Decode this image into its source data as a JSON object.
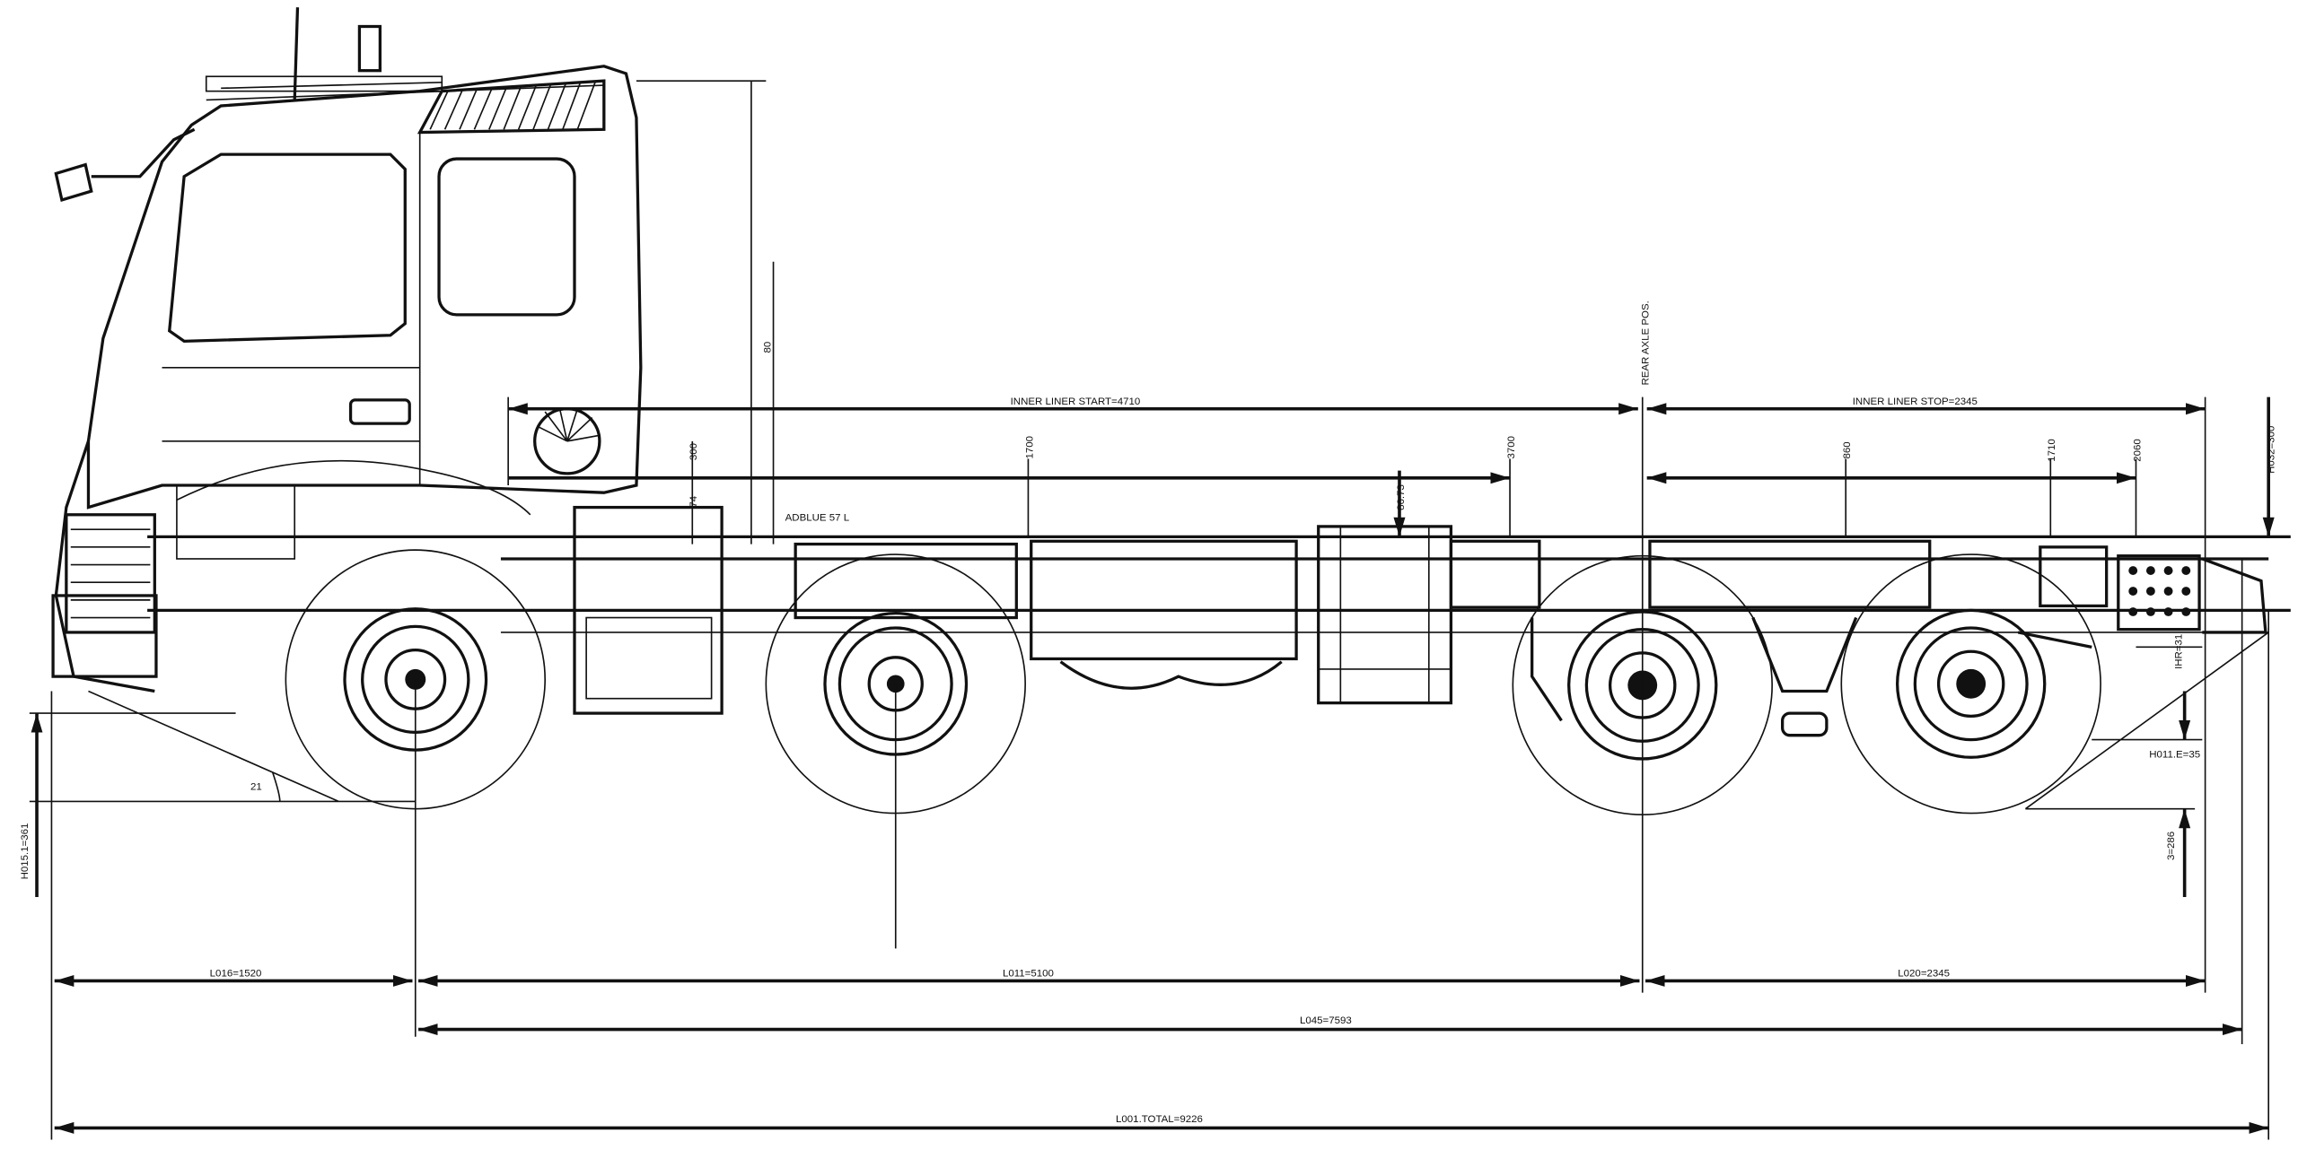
{
  "drawing": {
    "colors": {
      "line": "#111111",
      "background": "#ffffff"
    },
    "labels": {
      "inner_liner_start": "INNER LINER START=4710",
      "inner_liner_stop": "INNER LINER STOP=2345",
      "rear_axle_pos": "REAR AXLE POS.",
      "dim_80": "80",
      "dim_300": "300",
      "dim_74": "74",
      "adblue": "ADBLUE 57 L",
      "dim_1700": "1700",
      "dim_3700": "3700",
      "dim_86_73": "86.73",
      "dim_860": "860",
      "dim_1710": "1710",
      "dim_2060": "2060",
      "h032": "H032=300",
      "ihr": "IHR=31",
      "h011e": "H011.E=35",
      "s286": "3=286",
      "angle_21": "21",
      "h015": "H015.1=361",
      "l016": "L016=1520",
      "l011": "L011=5100",
      "l020": "L020=2345",
      "l045": "L045=7593",
      "l001": "L001.TOTAL=9226"
    }
  }
}
